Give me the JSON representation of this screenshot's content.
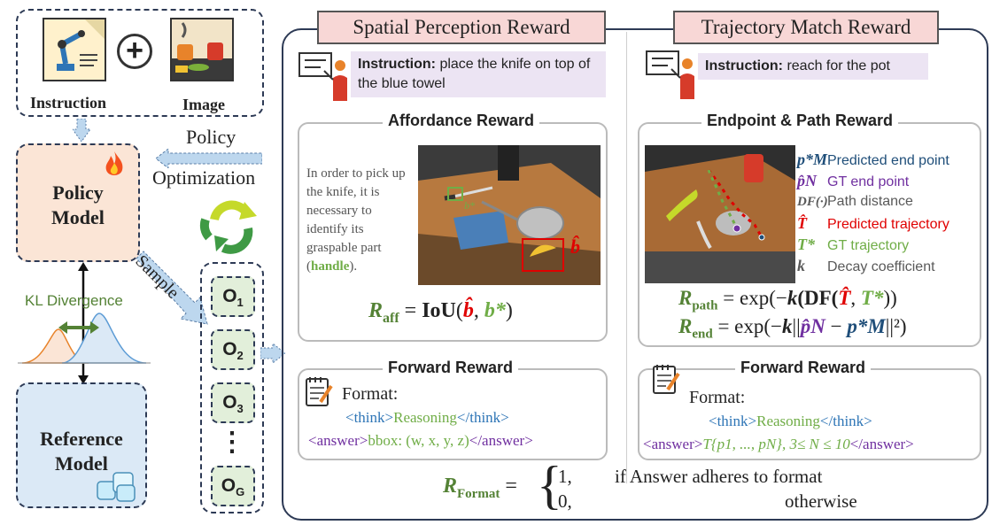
{
  "inputs": {
    "instruction_label": "Instruction",
    "image_label": "Image",
    "plus_symbol": "+"
  },
  "policy": {
    "line1": "Policy",
    "line2": "Model"
  },
  "reference": {
    "line1": "Reference",
    "line2": "Model"
  },
  "policy_optimization": {
    "line1": "Policy",
    "line2": "Optimization"
  },
  "sample_label": "Sample",
  "kl_label": "KL Divergence",
  "outputs": {
    "items": [
      {
        "base": "O",
        "sub": "1"
      },
      {
        "base": "O",
        "sub": "2"
      },
      {
        "base": "O",
        "sub": "3"
      },
      {
        "base": "O",
        "sub": "G"
      }
    ],
    "ellipsis": "⋮"
  },
  "spatial": {
    "header": "Spatial Perception Reward",
    "instruction_prefix": "Instruction:",
    "instruction_text": " place the knife on top of the blue towel",
    "affordance_title": "Affordance Reward",
    "reasoning_text": "In order to pick up the knife, it is necessary to identify its graspable part (",
    "reasoning_highlight": "handle",
    "reasoning_end": ").",
    "formula": {
      "lhs": "R",
      "lhs_sub": "aff",
      "eq": " = ",
      "fn": "IoU",
      "open": "(",
      "b_hat": "b̂",
      "comma": ", ",
      "b_star": "b*",
      "close": ")"
    },
    "forward_title": "Forward Reward",
    "format_label": "Format:",
    "line1": {
      "open": "<think>",
      "mid": "Reasoning",
      "close": "</think>"
    },
    "line2": {
      "open": "<answer>",
      "mid": "bbox: (w, x, y, z)",
      "close": "</answer>"
    }
  },
  "trajectory": {
    "header": "Trajectory Match Reward",
    "instruction_prefix": "Instruction:",
    "instruction_text": " reach for the pot",
    "path_title": "Endpoint & Path Reward",
    "legend": [
      {
        "symbol": "p*M",
        "text": "Predicted end point",
        "color": "#1f4e79"
      },
      {
        "symbol": "p̂N",
        "text": "GT end point",
        "color": "#7030a0"
      },
      {
        "symbol": "DF(·)",
        "text": "Path distance",
        "color": "#595959"
      },
      {
        "symbol": "T̂",
        "text": "Predicted trajectory",
        "color": "#e00000"
      },
      {
        "symbol": "T*",
        "text": "GT trajectory",
        "color": "#70ad47"
      },
      {
        "symbol": "k",
        "text": "Decay coefficient",
        "color": "#595959"
      }
    ],
    "path_formula": {
      "lhs": "R",
      "lhs_sub": "path",
      "rhs_prefix": " = exp(−",
      "k": "k",
      "df": "(DF(",
      "t_hat": "T̂",
      "comma": ", ",
      "t_star": "T*",
      "rhs_suffix": "))"
    },
    "end_formula": {
      "lhs": "R",
      "lhs_sub": "end",
      "rhs_prefix": " = exp(−",
      "k": "k",
      "norm_open": "||",
      "p_hat": "p̂N",
      "minus": " − ",
      "p_star": "p*M",
      "norm_close": "||²)"
    },
    "forward_title": "Forward Reward",
    "format_label": "Format:",
    "line1": {
      "open": "<think>",
      "mid": "Reasoning",
      "close": "</think>"
    },
    "line2": {
      "open": "<answer>",
      "mid": "T{p1, ..., pN}, 3≤ N ≤ 10",
      "close": "</answer>"
    }
  },
  "format_reward": {
    "lhs": "R",
    "lhs_sub": "Format",
    "eq": " = ",
    "case1_value": "1,",
    "case1_text": "if Answer adheres to format",
    "case2_value": "0,",
    "case2_text": "otherwise"
  },
  "colors": {
    "dashed_border": "#2d3a55",
    "policy_fill": "#fbe5d6",
    "reference_fill": "#dbe9f6",
    "output_fill": "#e2efda",
    "header_fill": "#f8d7d6",
    "instruction_fill": "#ece4f3",
    "arrow_fill": "#bdd7ee",
    "green_text": "#548235",
    "red": "#e00000"
  }
}
